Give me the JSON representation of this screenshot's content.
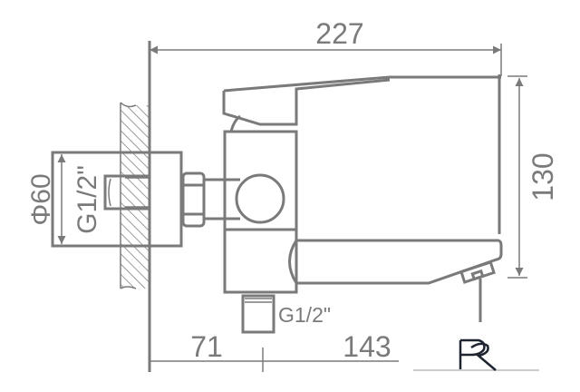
{
  "dimensions": {
    "overall_length": "227",
    "height": "130",
    "flange_diameter": "Φ60",
    "inlet_thread": "G1/2\"",
    "outlet_thread": "G1/2\"",
    "wall_to_center": "71",
    "center_to_spout": "143"
  },
  "logo": {
    "text": "PR"
  },
  "colors": {
    "line": "#7a7a7a",
    "logo": "#1e2530"
  }
}
